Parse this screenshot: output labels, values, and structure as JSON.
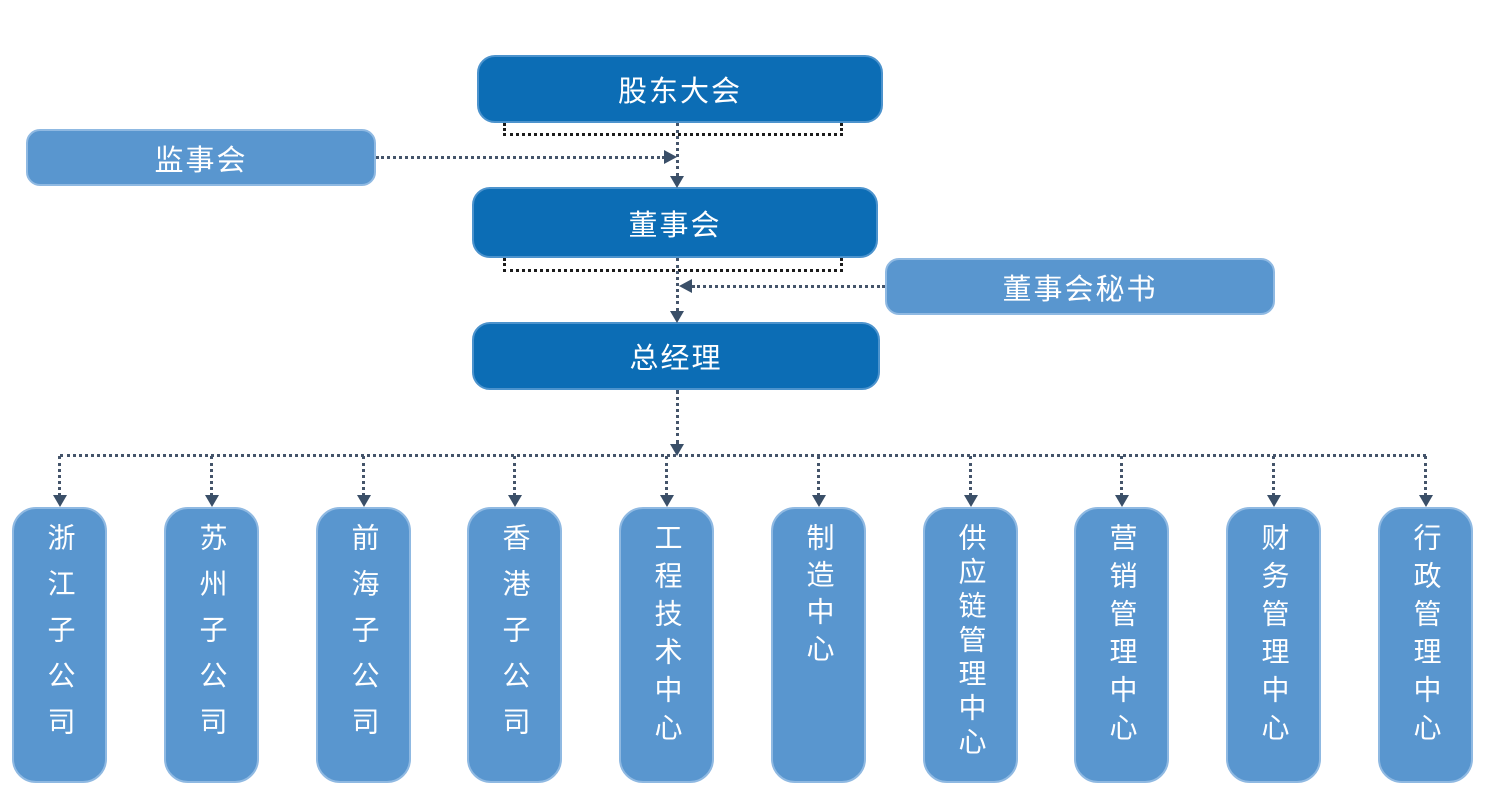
{
  "colors": {
    "dark_box": "#0C6DB5",
    "dark_box_border": "#4C93CD",
    "light_box": "#5996CF",
    "light_box_border": "#8FB9E2",
    "connector": "#44546A",
    "arrowhead": "#3A4F68",
    "bracket": "#1C1C1C",
    "box_text": "#FFFFFF"
  },
  "nodes": {
    "shareholders": {
      "label": "股东大会"
    },
    "supervisory": {
      "label": "监事会"
    },
    "board": {
      "label": "董事会"
    },
    "secretary": {
      "label": "董事会秘书"
    },
    "general_manager": {
      "label": "总经理"
    }
  },
  "departments": [
    {
      "label": "浙江子公司"
    },
    {
      "label": "苏州子公司"
    },
    {
      "label": "前海子公司"
    },
    {
      "label": "香港子公司"
    },
    {
      "label": "工程技术中心"
    },
    {
      "label": "制造中心"
    },
    {
      "label": "供应链管理中心"
    },
    {
      "label": "营销管理中心"
    },
    {
      "label": "财务管理中心"
    },
    {
      "label": "行政管理中心"
    }
  ],
  "edges": [
    {
      "from": "股东大会",
      "to": "董事会"
    },
    {
      "from": "监事会",
      "to": "董事会"
    },
    {
      "from": "董事会秘书",
      "to": "董事会"
    },
    {
      "from": "董事会",
      "to": "总经理"
    },
    {
      "from": "总经理",
      "to": "浙江子公司"
    },
    {
      "from": "总经理",
      "to": "苏州子公司"
    },
    {
      "from": "总经理",
      "to": "前海子公司"
    },
    {
      "from": "总经理",
      "to": "香港子公司"
    },
    {
      "from": "总经理",
      "to": "工程技术中心"
    },
    {
      "from": "总经理",
      "to": "制造中心"
    },
    {
      "from": "总经理",
      "to": "供应链管理中心"
    },
    {
      "from": "总经理",
      "to": "营销管理中心"
    },
    {
      "from": "总经理",
      "to": "财务管理中心"
    },
    {
      "from": "总经理",
      "to": "行政管理中心"
    }
  ]
}
